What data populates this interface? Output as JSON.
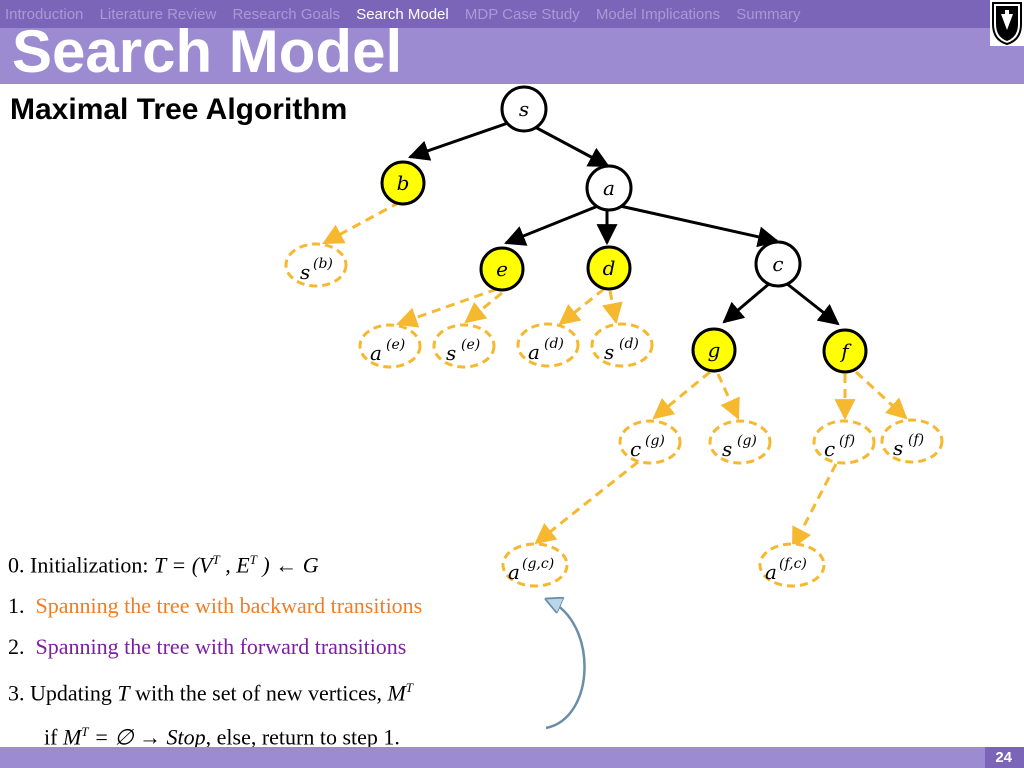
{
  "nav": {
    "items": [
      "Introduction",
      "Literature Review",
      "Research Goals",
      "Search  Model",
      "MDP  Case Study",
      "Model Implications",
      "Summary"
    ],
    "active_index": 3
  },
  "title": "Search Model",
  "subtitle": "Maximal Tree Algorithm",
  "page_number": "24",
  "colors": {
    "nav_bar": "#7a65b9",
    "title_bar": "#9c8bd0",
    "highlight_node": "#ffff00",
    "dashed_edge": "#f5b82e",
    "step1_text": "#f47c20",
    "step2_text": "#7b1fa2"
  },
  "tree": {
    "nodes": {
      "s": {
        "label": "s"
      },
      "b": {
        "label": "b"
      },
      "a": {
        "label": "a"
      },
      "e": {
        "label": "e"
      },
      "d": {
        "label": "d"
      },
      "c": {
        "label": "c"
      },
      "g": {
        "label": "g"
      },
      "f": {
        "label": "f"
      }
    },
    "derived": {
      "sb": {
        "base": "s",
        "sup": "(b)"
      },
      "ae": {
        "base": "a",
        "sup": "(e)"
      },
      "se": {
        "base": "s",
        "sup": "(e)"
      },
      "ad": {
        "base": "a",
        "sup": "(d)"
      },
      "sd": {
        "base": "s",
        "sup": "(d)"
      },
      "cg": {
        "base": "c",
        "sup": "(g)"
      },
      "sg": {
        "base": "s",
        "sup": "(g)"
      },
      "cf": {
        "base": "c",
        "sup": "(f)"
      },
      "sf": {
        "base": "s",
        "sup": "(f)"
      },
      "agc": {
        "base": "a",
        "sup": "(g,c)"
      },
      "afc": {
        "base": "a",
        "sup": "(f,c)"
      }
    }
  },
  "steps": {
    "s0_prefix": "0.  Initialization: ",
    "s0_math": "T = (V",
    "s0_sup1": "T",
    "s0_mid": " , E",
    "s0_sup2": "T",
    "s0_end": " ) ← G",
    "s1_num": "1.",
    "s1_text": "Spanning the tree with backward transitions",
    "s2_num": "2.",
    "s2_text": "Spanning the tree with forward transitions",
    "s3_prefix": "3.  Updating ",
    "s3_T": "T",
    "s3_mid": "  with the set of new vertices, ",
    "s3_M": "M",
    "s3_sup": "T",
    "s4_if": "if ",
    "s4_M": "M",
    "s4_sup": "T",
    "s4_eq": " = ∅ → Stop",
    "s4_rest": ",  else, return to step 1."
  }
}
